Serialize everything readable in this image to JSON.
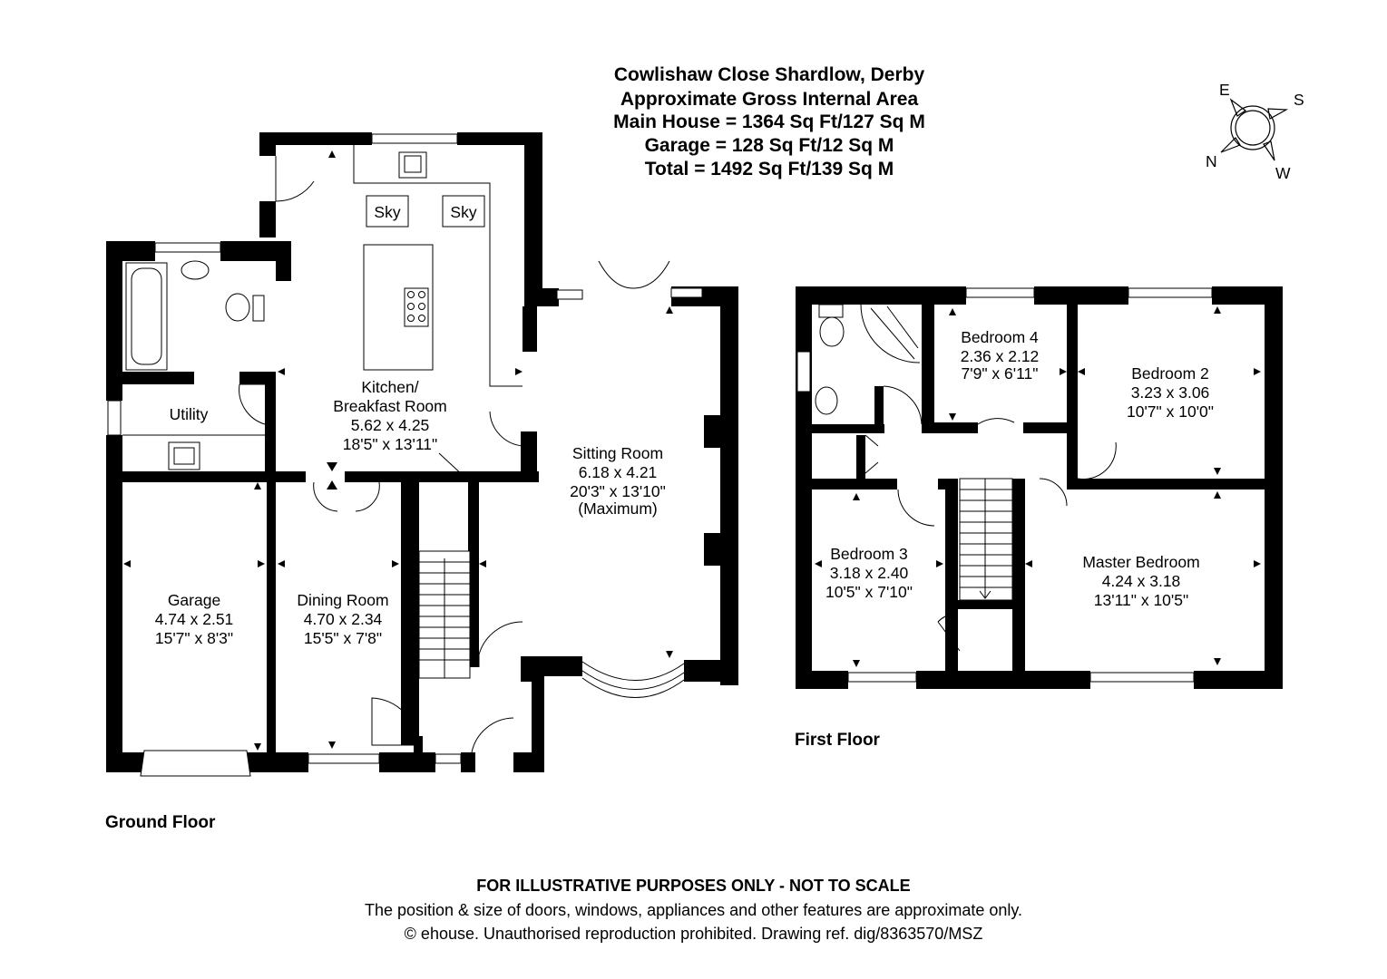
{
  "header": {
    "title": "Cowlishaw Close Shardlow, Derby",
    "subtitle": "Approximate Gross Internal Area",
    "main_house": "Main House = 1364 Sq Ft/127 Sq M",
    "garage": "Garage = 128 Sq Ft/12 Sq M",
    "total": "Total = 1492 Sq Ft/139 Sq M"
  },
  "compass": {
    "e": "E",
    "s": "S",
    "n": "N",
    "w": "W"
  },
  "ground_floor": {
    "label": "Ground Floor",
    "sky_1": "Sky",
    "sky_2": "Sky",
    "kitchen": {
      "name_1": "Kitchen/",
      "name_2": "Breakfast Room",
      "metric": "5.62 x 4.25",
      "imperial": "18'5\" x 13'11\""
    },
    "utility": {
      "name": "Utility"
    },
    "sitting": {
      "name": "Sitting Room",
      "metric": "6.18 x 4.21",
      "imperial": "20'3\" x 13'10\"",
      "note": "(Maximum)"
    },
    "garage": {
      "name": "Garage",
      "metric": "4.74 x 2.51",
      "imperial": "15'7\" x 8'3\""
    },
    "dining": {
      "name": "Dining Room",
      "metric": "4.70 x 2.34",
      "imperial": "15'5\" x 7'8\""
    }
  },
  "first_floor": {
    "label": "First Floor",
    "bedroom4": {
      "name": "Bedroom 4",
      "metric": "2.36 x 2.12",
      "imperial": "7'9\" x 6'11\""
    },
    "bedroom2": {
      "name": "Bedroom 2",
      "metric": "3.23 x 3.06",
      "imperial": "10'7\" x 10'0\""
    },
    "bedroom3": {
      "name": "Bedroom 3",
      "metric": "3.18 x 2.40",
      "imperial": "10'5\" x 7'10\""
    },
    "master": {
      "name": "Master Bedroom",
      "metric": "4.24 x 3.18",
      "imperial": "13'11\" x 10'5\""
    }
  },
  "footer": {
    "disclaimer": "FOR ILLUSTRATIVE PURPOSES ONLY - NOT TO SCALE",
    "note": "The position & size of doors, windows, appliances and other features are approximate only.",
    "copyright": "© ehouse. Unauthorised reproduction prohibited. Drawing ref. dig/8363570/MSZ"
  }
}
